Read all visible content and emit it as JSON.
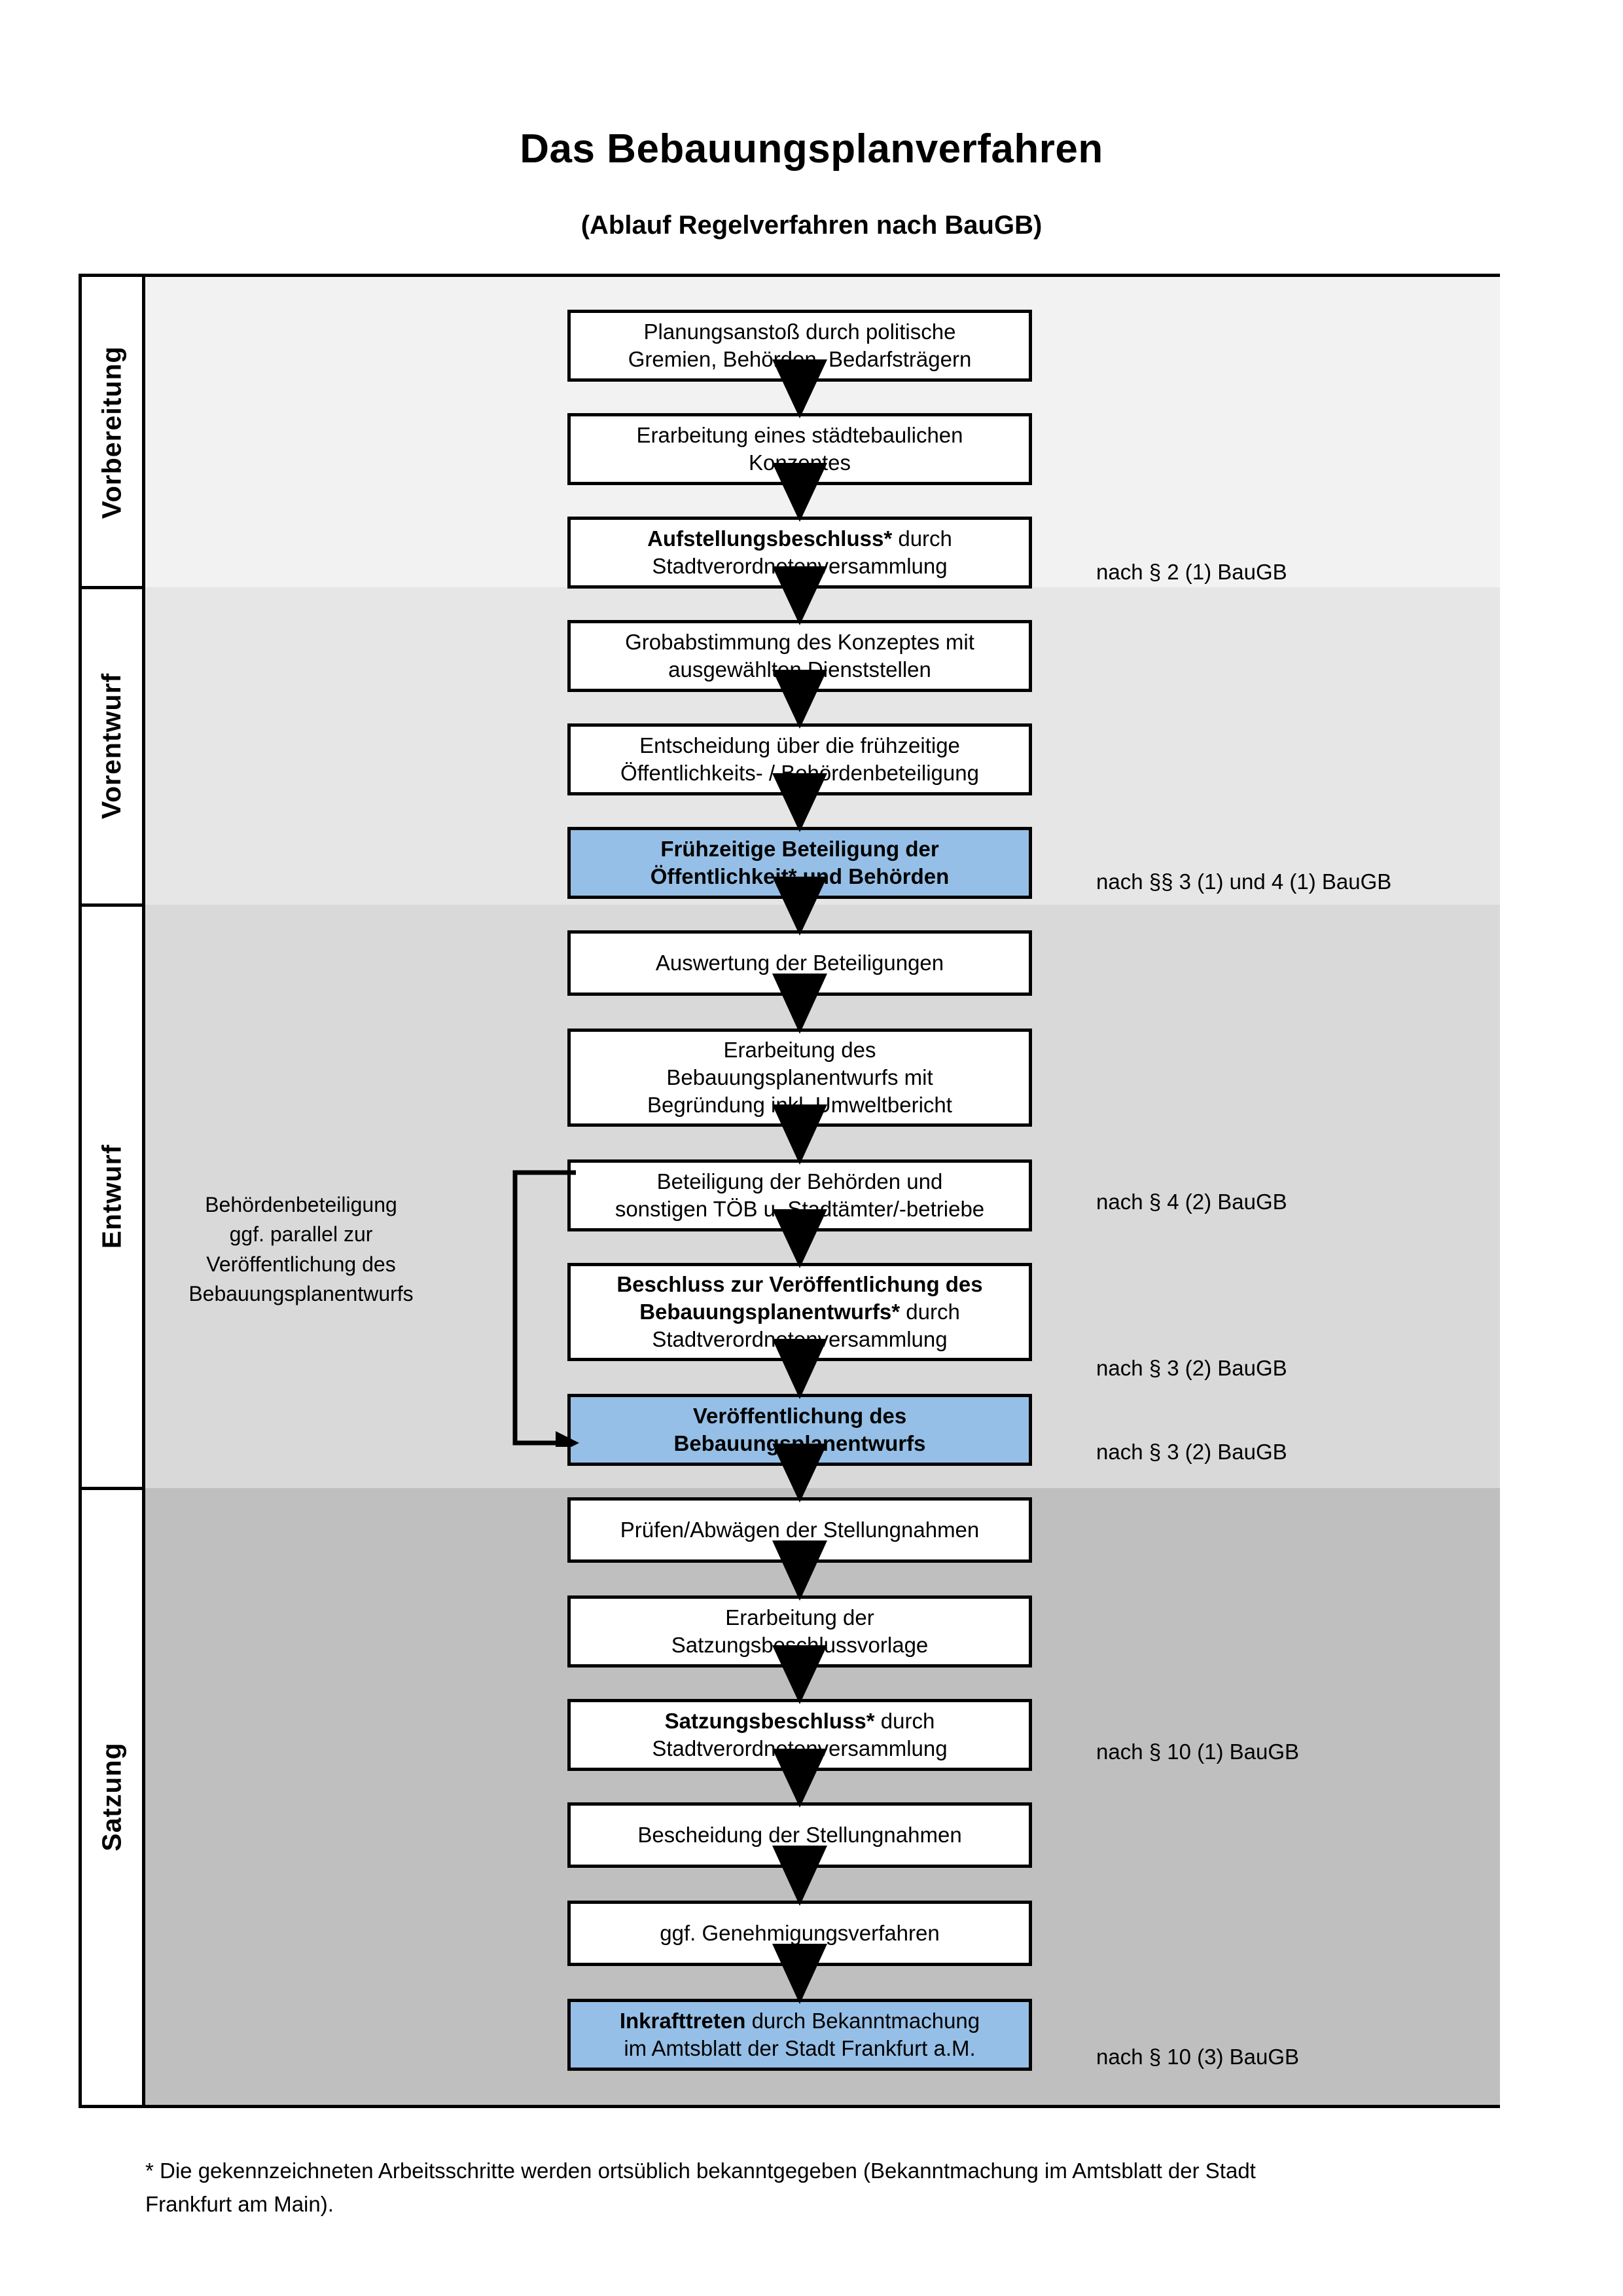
{
  "title": {
    "main": "Das Bebauungsplanverfahren",
    "subtitle": "(Ablauf Regelverfahren nach BauGB)"
  },
  "phases": [
    {
      "key": "vorbereitung",
      "label": "Vorbereitung",
      "band_color": "#f2f2f2"
    },
    {
      "key": "vorentwurf",
      "label": "Vorentwurf",
      "band_color": "#e6e6e6"
    },
    {
      "key": "entwurf",
      "label": "Entwurf",
      "band_color": "#d9d9d9"
    },
    {
      "key": "satzung",
      "label": "Satzung",
      "band_color": "#bfbfbf"
    }
  ],
  "steps": [
    {
      "id": "planungsanstoss",
      "phase": "vorbereitung",
      "highlight": false,
      "lines": [
        {
          "text": "Planungsanstoß durch politische",
          "bold": false
        },
        {
          "text": "Gremien, Behörden, Bedarfsträgern",
          "bold": false
        }
      ]
    },
    {
      "id": "staedtebauliches-konzept",
      "phase": "vorbereitung",
      "highlight": false,
      "lines": [
        {
          "text": "Erarbeitung eines städtebaulichen",
          "bold": false
        },
        {
          "text": "Konzeptes",
          "bold": false
        }
      ]
    },
    {
      "id": "aufstellungsbeschluss",
      "phase": "vorbereitung",
      "highlight": false,
      "lines": [
        {
          "text": "Aufstellungsbeschluss*",
          "bold": true,
          "suffix": " durch"
        },
        {
          "text": "Stadtverordnetenversammlung",
          "bold": false
        }
      ]
    },
    {
      "id": "grobabstimmung",
      "phase": "vorentwurf",
      "highlight": false,
      "lines": [
        {
          "text": "Grobabstimmung des Konzeptes mit",
          "bold": false
        },
        {
          "text": "ausgewählten Dienststellen",
          "bold": false
        }
      ]
    },
    {
      "id": "entscheidung-fruehzeitige-beteiligung",
      "phase": "vorentwurf",
      "highlight": false,
      "lines": [
        {
          "text": "Entscheidung über die frühzeitige",
          "bold": false
        },
        {
          "text": "Öffentlichkeits- / Behördenbeteiligung",
          "bold": false
        }
      ]
    },
    {
      "id": "fruehzeitige-beteiligung",
      "phase": "vorentwurf",
      "highlight": true,
      "lines": [
        {
          "text": "Frühzeitige Beteiligung der",
          "bold": true
        },
        {
          "text": "Öffentlichkeit* und Behörden",
          "bold": true
        }
      ]
    },
    {
      "id": "auswertung-beteiligungen",
      "phase": "entwurf",
      "highlight": false,
      "lines": [
        {
          "text": "Auswertung der Beteiligungen",
          "bold": false
        }
      ]
    },
    {
      "id": "erarbeitung-bebauungsplanentwurf",
      "phase": "entwurf",
      "highlight": false,
      "lines": [
        {
          "text": "Erarbeitung des",
          "bold": false
        },
        {
          "text": "Bebauungsplanentwurfs mit",
          "bold": false
        },
        {
          "text": "Begründung inkl. Umweltbericht",
          "bold": false
        }
      ]
    },
    {
      "id": "beteiligung-behoerden-toeb",
      "phase": "entwurf",
      "highlight": false,
      "lines": [
        {
          "text": "Beteiligung der Behörden und",
          "bold": false
        },
        {
          "text": "sonstigen TÖB u. Stadtämter/-betriebe",
          "bold": false
        }
      ]
    },
    {
      "id": "beschluss-veroeffentlichung",
      "phase": "entwurf",
      "highlight": false,
      "lines": [
        {
          "text": "Beschluss zur Veröffentlichung des",
          "bold": true
        },
        {
          "text": "Bebauungsplanentwurfs*",
          "bold": true,
          "suffix": " durch"
        },
        {
          "text": "Stadtverordnetenversammlung",
          "bold": false
        }
      ]
    },
    {
      "id": "veroeffentlichung-entwurf",
      "phase": "entwurf",
      "highlight": true,
      "lines": [
        {
          "text": "Veröffentlichung des",
          "bold": true
        },
        {
          "text": "Bebauungsplanentwurfs",
          "bold": true
        }
      ]
    },
    {
      "id": "pruefen-abwaegen",
      "phase": "satzung",
      "highlight": false,
      "lines": [
        {
          "text": "Prüfen/Abwägen der Stellungnahmen",
          "bold": false
        }
      ]
    },
    {
      "id": "satzungsbeschlussvorlage",
      "phase": "satzung",
      "highlight": false,
      "lines": [
        {
          "text": "Erarbeitung der",
          "bold": false
        },
        {
          "text": "Satzungsbeschlussvorlage",
          "bold": false
        }
      ]
    },
    {
      "id": "satzungsbeschluss",
      "phase": "satzung",
      "highlight": false,
      "lines": [
        {
          "text": "Satzungsbeschluss*",
          "bold": true,
          "suffix": " durch"
        },
        {
          "text": "Stadtverordnetenversammlung",
          "bold": false
        }
      ]
    },
    {
      "id": "bescheidung-stellungnahmen",
      "phase": "satzung",
      "highlight": false,
      "lines": [
        {
          "text": "Bescheidung der Stellungnahmen",
          "bold": false
        }
      ]
    },
    {
      "id": "genehmigungsverfahren",
      "phase": "satzung",
      "highlight": false,
      "lines": [
        {
          "text": "ggf. Genehmigungsverfahren",
          "bold": false
        }
      ]
    },
    {
      "id": "inkrafttreten",
      "phase": "satzung",
      "highlight": true,
      "lines": [
        {
          "text": "Inkrafttreten",
          "bold": true,
          "suffix": " durch Bekanntmachung"
        },
        {
          "text": "im Amtsblatt der Stadt Frankfurt a.M.",
          "bold": false
        }
      ]
    }
  ],
  "legal_notes": [
    {
      "id": "note-par2-1",
      "text": "nach § 2 (1) BauGB"
    },
    {
      "id": "note-par3-4",
      "text": "nach §§ 3 (1) und 4 (1) BauGB"
    },
    {
      "id": "note-par4-2",
      "text": "nach § 4 (2) BauGB"
    },
    {
      "id": "note-par3-2a",
      "text": "nach § 3 (2) BauGB"
    },
    {
      "id": "note-par3-2b",
      "text": "nach § 3 (2) BauGB"
    },
    {
      "id": "note-par10-1",
      "text": "nach § 10 (1) BauGB"
    },
    {
      "id": "note-par10-3",
      "text": "nach § 10 (3) BauGB"
    }
  ],
  "side_note": {
    "lines": [
      "Behördenbeteiligung",
      "ggf. parallel zur",
      "Veröffentlichung des",
      "Bebauungsplanentwurfs"
    ]
  },
  "footnote": {
    "lines": [
      "* Die gekennzeichneten Arbeitsschritte werden ortsüblich bekanntgegeben (Bekanntmachung im Amtsblatt  der Stadt",
      "Frankfurt am Main)."
    ]
  },
  "colors": {
    "highlight_blue": "#95bfe6",
    "border_black": "#000000",
    "band_vorbereitung": "#f2f2f2",
    "band_vorentwurf": "#e6e6e6",
    "band_entwurf": "#d9d9d9",
    "band_satzung": "#bfbfbf"
  }
}
